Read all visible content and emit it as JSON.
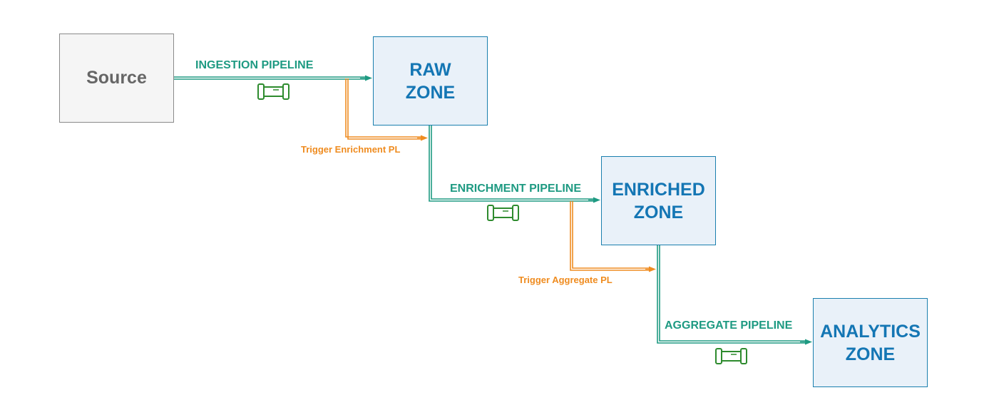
{
  "colors": {
    "pipeline": "#1e9a82",
    "trigger": "#ef8c20",
    "zone_fill": "#e9f1f9",
    "zone_border": "#1a7fae",
    "zone_text": "#1476b4",
    "source_fill": "#f5f5f5",
    "source_text": "#666666",
    "pipe_icon": "#2e8b2e"
  },
  "nodes": {
    "source": {
      "label": "Source"
    },
    "raw": {
      "line1": "RAW",
      "line2": "ZONE"
    },
    "enriched": {
      "line1": "ENRICHED",
      "line2": "ZONE"
    },
    "analytics": {
      "line1": "ANALYTICS",
      "line2": "ZONE"
    }
  },
  "edges": {
    "ingestion": {
      "label": "INGESTION PIPELINE",
      "icon": "pipe-icon"
    },
    "enrichment": {
      "label": "ENRICHMENT PIPELINE",
      "icon": "pipe-icon"
    },
    "aggregate": {
      "label": "AGGREGATE PIPELINE",
      "icon": "pipe-icon"
    },
    "trigger_enrichment": {
      "label": "Trigger Enrichment PL"
    },
    "trigger_aggregate": {
      "label": "Trigger Aggregate PL"
    }
  }
}
